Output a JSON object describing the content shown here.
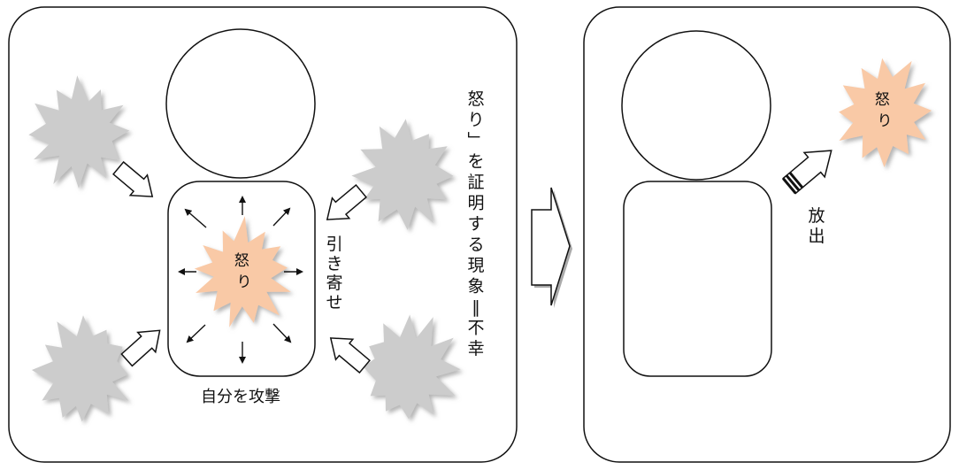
{
  "left_panel": {
    "anger_label": "怒り",
    "self_attack_label": "自分を攻撃",
    "pull_label": "引き寄せ",
    "side_caption": "怒り」を証明する現象=不幸"
  },
  "right_panel": {
    "anger_label": "怒り",
    "release_label": "放出"
  },
  "colors": {
    "anger_fill": "#f9c9a6",
    "misfortune_fill": "#cccccc",
    "stroke": "#111111"
  }
}
